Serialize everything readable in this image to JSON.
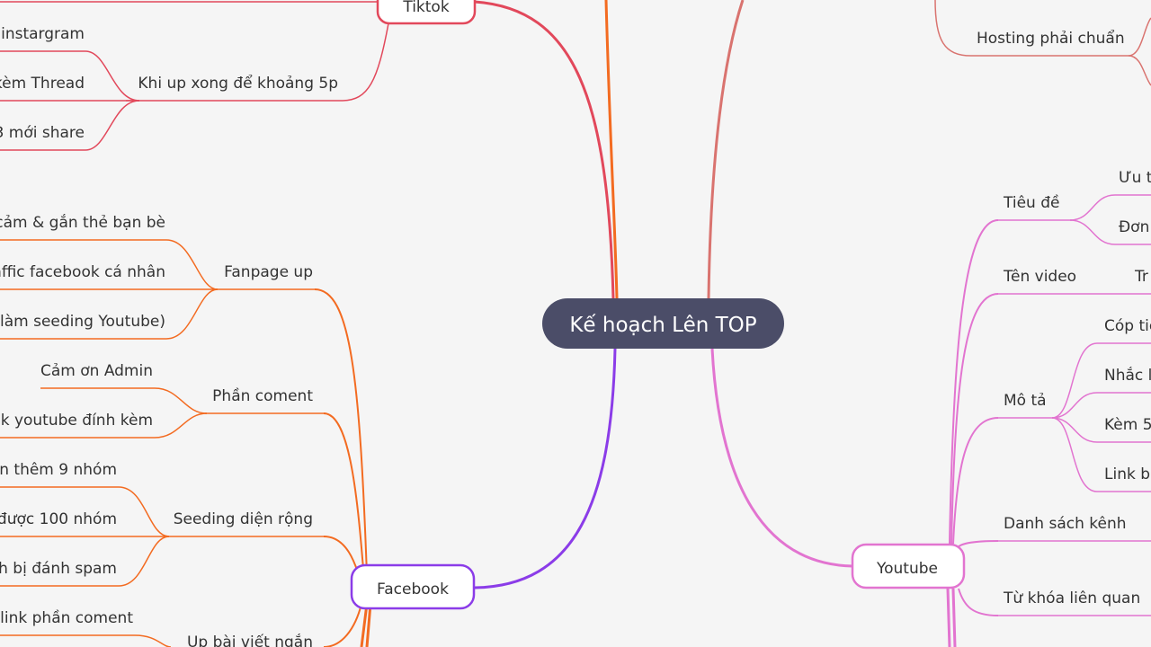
{
  "root": {
    "label": "Kế hoạch Lên TOP"
  },
  "colors": {
    "background": "#f5f5f5",
    "root": "#4b4d68",
    "tiktok": "#e2485b",
    "facebook": "#f36b21",
    "facebook_hub": "#8b3ce8",
    "youtube": "#e274d0",
    "website": "#d9736f"
  },
  "tiktok": {
    "label": "Tiktok",
    "sub": {
      "label": "Khi up xong để khoảng 5p",
      "leaves": [
        "instargram",
        "kèm Thread",
        "3 mới share"
      ]
    }
  },
  "facebook": {
    "label": "Facebook",
    "groups": [
      {
        "label": "Fanpage up",
        "leaves": [
          "cảm & gắn thẻ bạn bè",
          "affic facebook cá nhân",
          "(làm seeding Youtube)"
        ]
      },
      {
        "label": "Phần coment",
        "leaves": [
          "Cảm ơn Admin",
          "nk youtube đính kèm"
        ]
      },
      {
        "label": "Seeding diện rộng",
        "leaves": [
          "on thêm 9 nhóm",
          "được 100 nhóm",
          "h bị đánh spam"
        ]
      },
      {
        "label": "Up bài viết ngắn",
        "leaves": [
          "link phần coment"
        ]
      }
    ]
  },
  "website": {
    "sub_label": "Hosting phải chuẩn"
  },
  "youtube": {
    "label": "Youtube",
    "items": [
      {
        "label": "Tiêu đề",
        "leaves": [
          "Ưu t",
          "Đơn"
        ]
      },
      {
        "label": "Tên video",
        "leaves": [
          "Tr"
        ]
      },
      {
        "label": "Mô tả",
        "leaves": [
          "Cóp tiê",
          "Nhắc l",
          "Kèm 5",
          "Link b"
        ]
      },
      {
        "label": "Danh sách kênh",
        "leaves": []
      },
      {
        "label": "Từ khóa liên quan",
        "leaves": []
      }
    ]
  }
}
